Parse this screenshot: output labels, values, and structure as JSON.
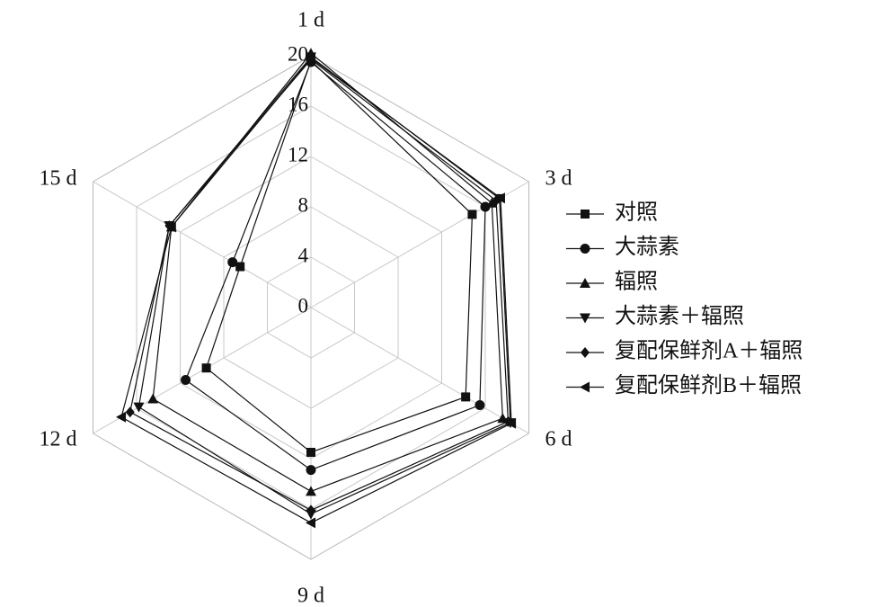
{
  "chart_data": {
    "type": "radar",
    "axes": [
      "1 d",
      "3 d",
      "6 d",
      "9 d",
      "12 d",
      "15 d"
    ],
    "rticks": [
      "0",
      "4",
      "8",
      "12",
      "16",
      "20"
    ],
    "rlim": [
      0,
      20
    ],
    "grid": true,
    "legend_position": "right",
    "series": [
      {
        "name": "对照",
        "marker": "square",
        "values": [
          19.6,
          14.8,
          14.2,
          11.5,
          9.6,
          6.5
        ]
      },
      {
        "name": "大蒜素",
        "marker": "circle",
        "values": [
          19.5,
          16.0,
          15.5,
          12.9,
          11.5,
          7.2
        ]
      },
      {
        "name": "辐照",
        "marker": "triangle-up",
        "values": [
          20.2,
          16.6,
          17.6,
          14.6,
          14.5,
          12.8
        ]
      },
      {
        "name": "大蒜素＋辐照",
        "marker": "triangle-down",
        "values": [
          19.9,
          17.3,
          18.3,
          16.4,
          15.8,
          13.0
        ]
      },
      {
        "name": "复配保鲜剂A＋辐照",
        "marker": "diamond",
        "values": [
          19.7,
          17.0,
          18.1,
          16.1,
          16.6,
          13.0
        ]
      },
      {
        "name": "复配保鲜剂B＋辐照",
        "marker": "triangle-left",
        "values": [
          19.8,
          17.4,
          18.4,
          17.1,
          17.4,
          12.8
        ]
      }
    ]
  }
}
